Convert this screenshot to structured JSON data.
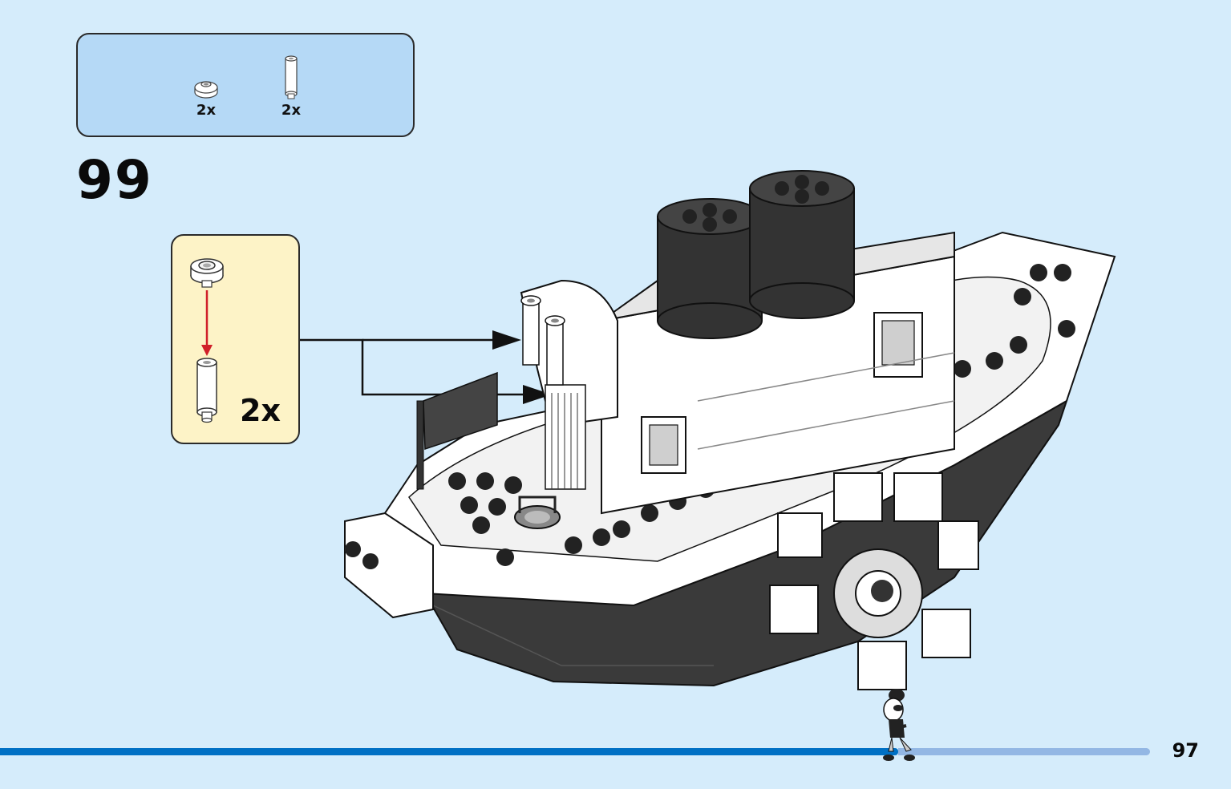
{
  "parts": {
    "items": [
      {
        "icon": "round-plate-icon",
        "qty": "2x"
      },
      {
        "icon": "bar-icon",
        "qty": "2x"
      }
    ]
  },
  "step": {
    "number": "99"
  },
  "subassembly": {
    "qty": "2x"
  },
  "page": {
    "number": "97"
  },
  "progress": {
    "fraction": 0.73
  },
  "colors": {
    "background": "#d5ecfb",
    "parts_box": "#b5d9f6",
    "subassembly_box": "#fdf3c7",
    "progress_done": "#0070c4",
    "progress_remaining": "#93b7e4",
    "arrow_red": "#d0202a"
  }
}
